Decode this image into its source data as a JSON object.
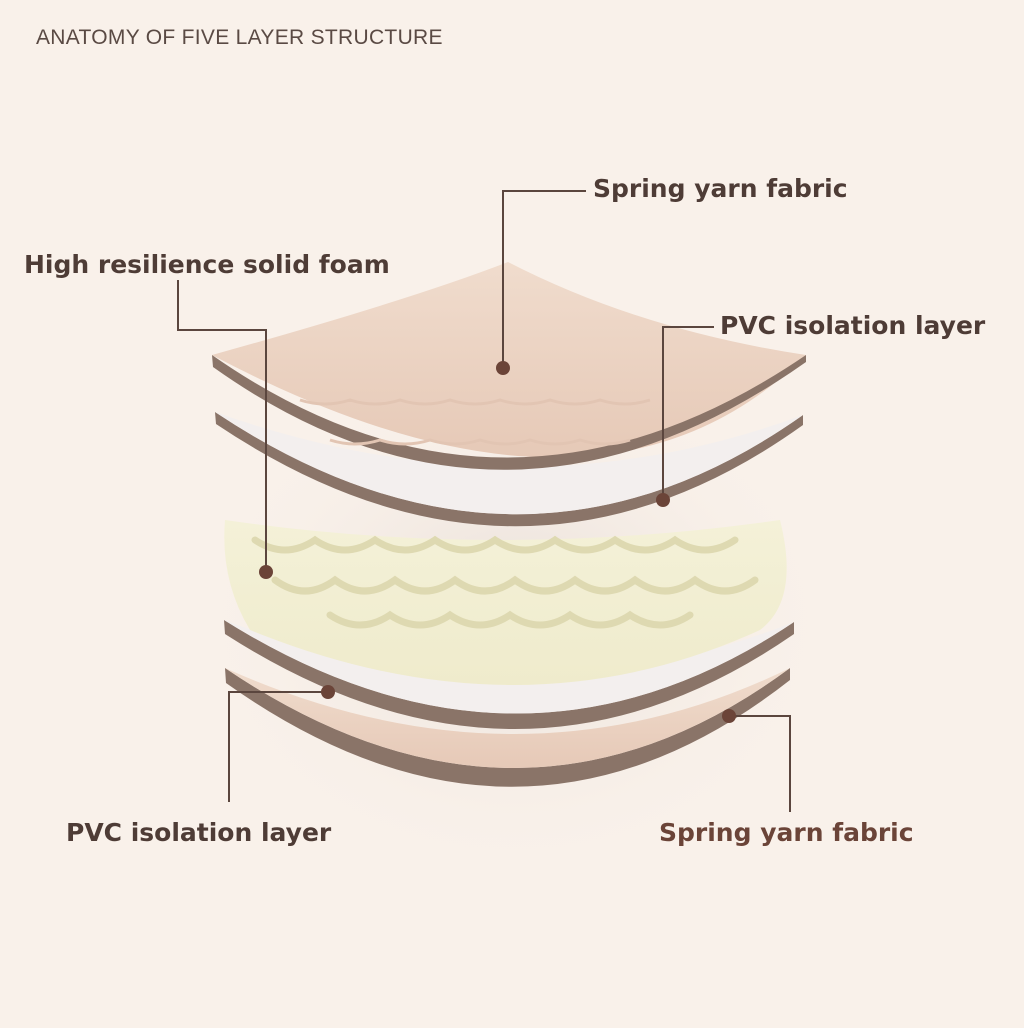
{
  "title": "ANATOMY OF FIVE LAYER STRUCTURE",
  "labels": {
    "top_fabric": "Spring yarn fabric",
    "foam": "High resilience solid foam",
    "pvc_top": "PVC isolation layer",
    "pvc_bottom": "PVC isolation layer",
    "bottom_fabric": "Spring yarn fabric"
  },
  "colors": {
    "background": "#f9f1ea",
    "fabric": "#ecd3c2",
    "pvc": "#f2eeec",
    "foam": "#f2efd3",
    "edge": "#8a7468",
    "leader_line": "#5b463e",
    "marker_dot": "#6b4438"
  }
}
